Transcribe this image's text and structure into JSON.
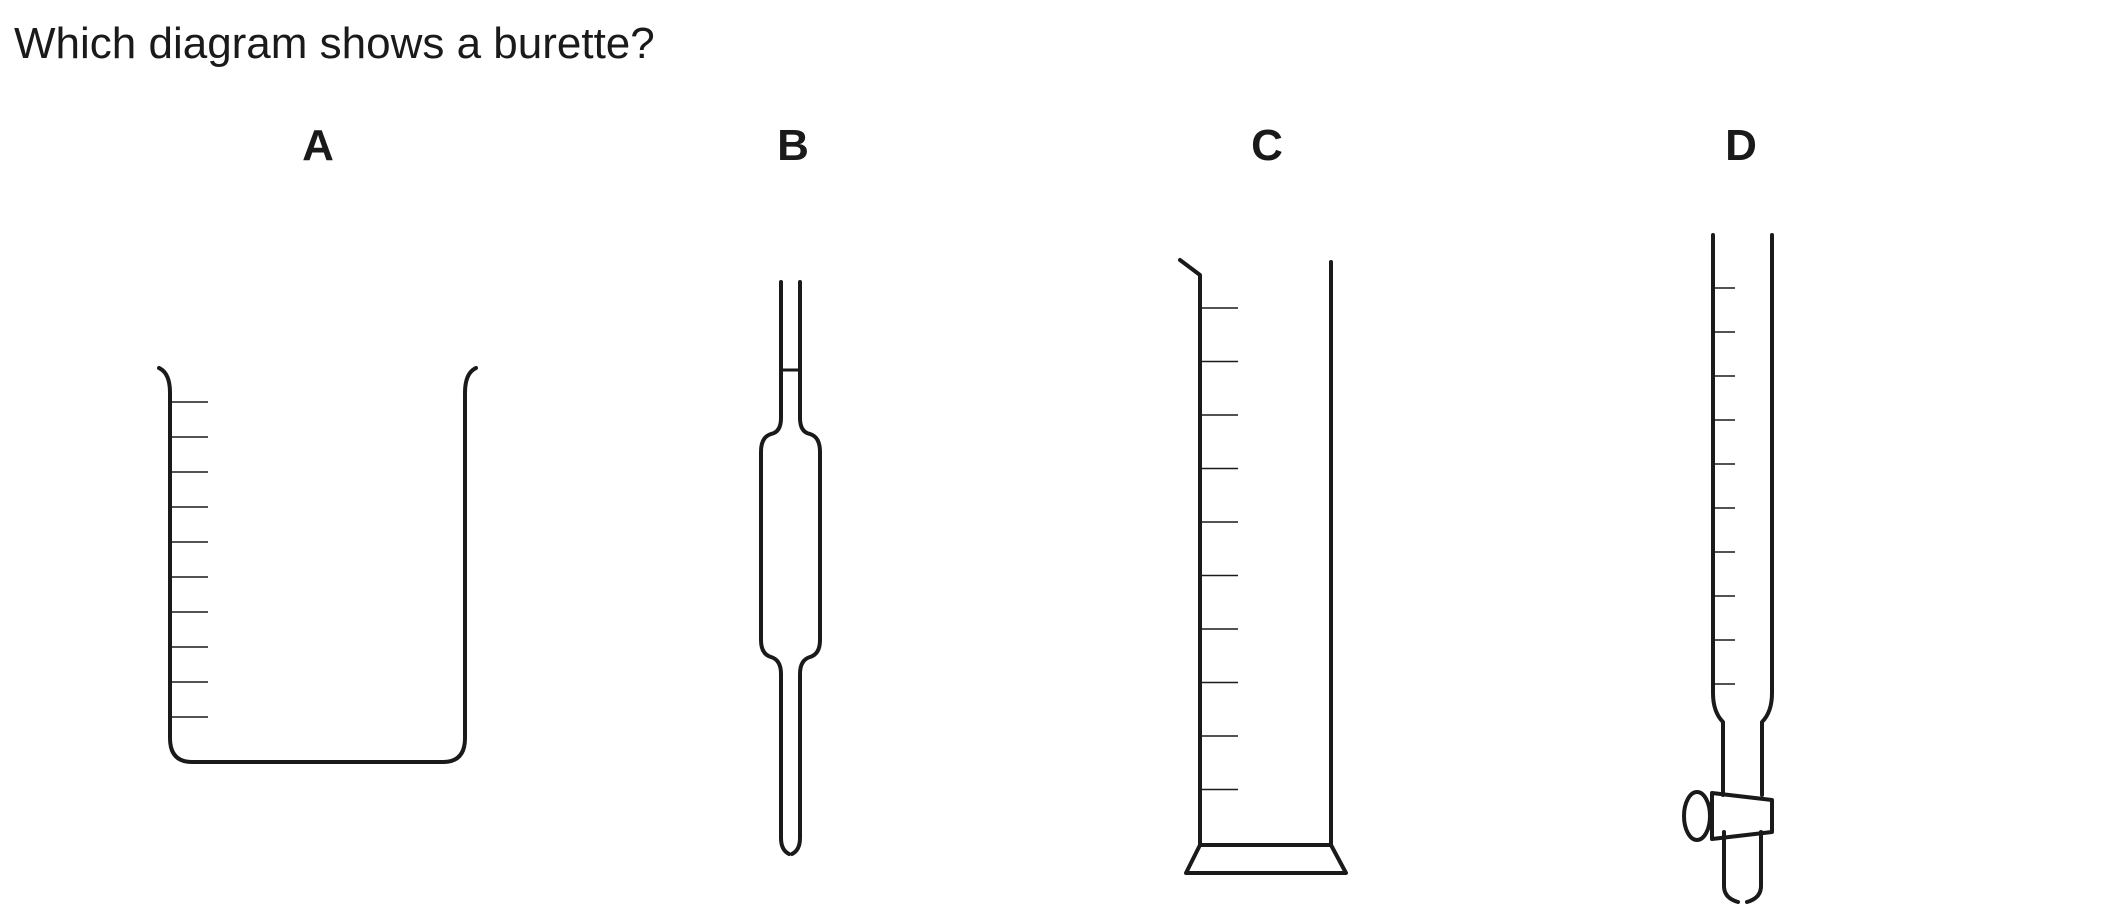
{
  "question": {
    "text": "Which diagram shows a burette?"
  },
  "options": [
    {
      "label": "A",
      "apparatus": "beaker"
    },
    {
      "label": "B",
      "apparatus": "volumetric pipette"
    },
    {
      "label": "C",
      "apparatus": "measuring cylinder"
    },
    {
      "label": "D",
      "apparatus": "burette"
    }
  ]
}
